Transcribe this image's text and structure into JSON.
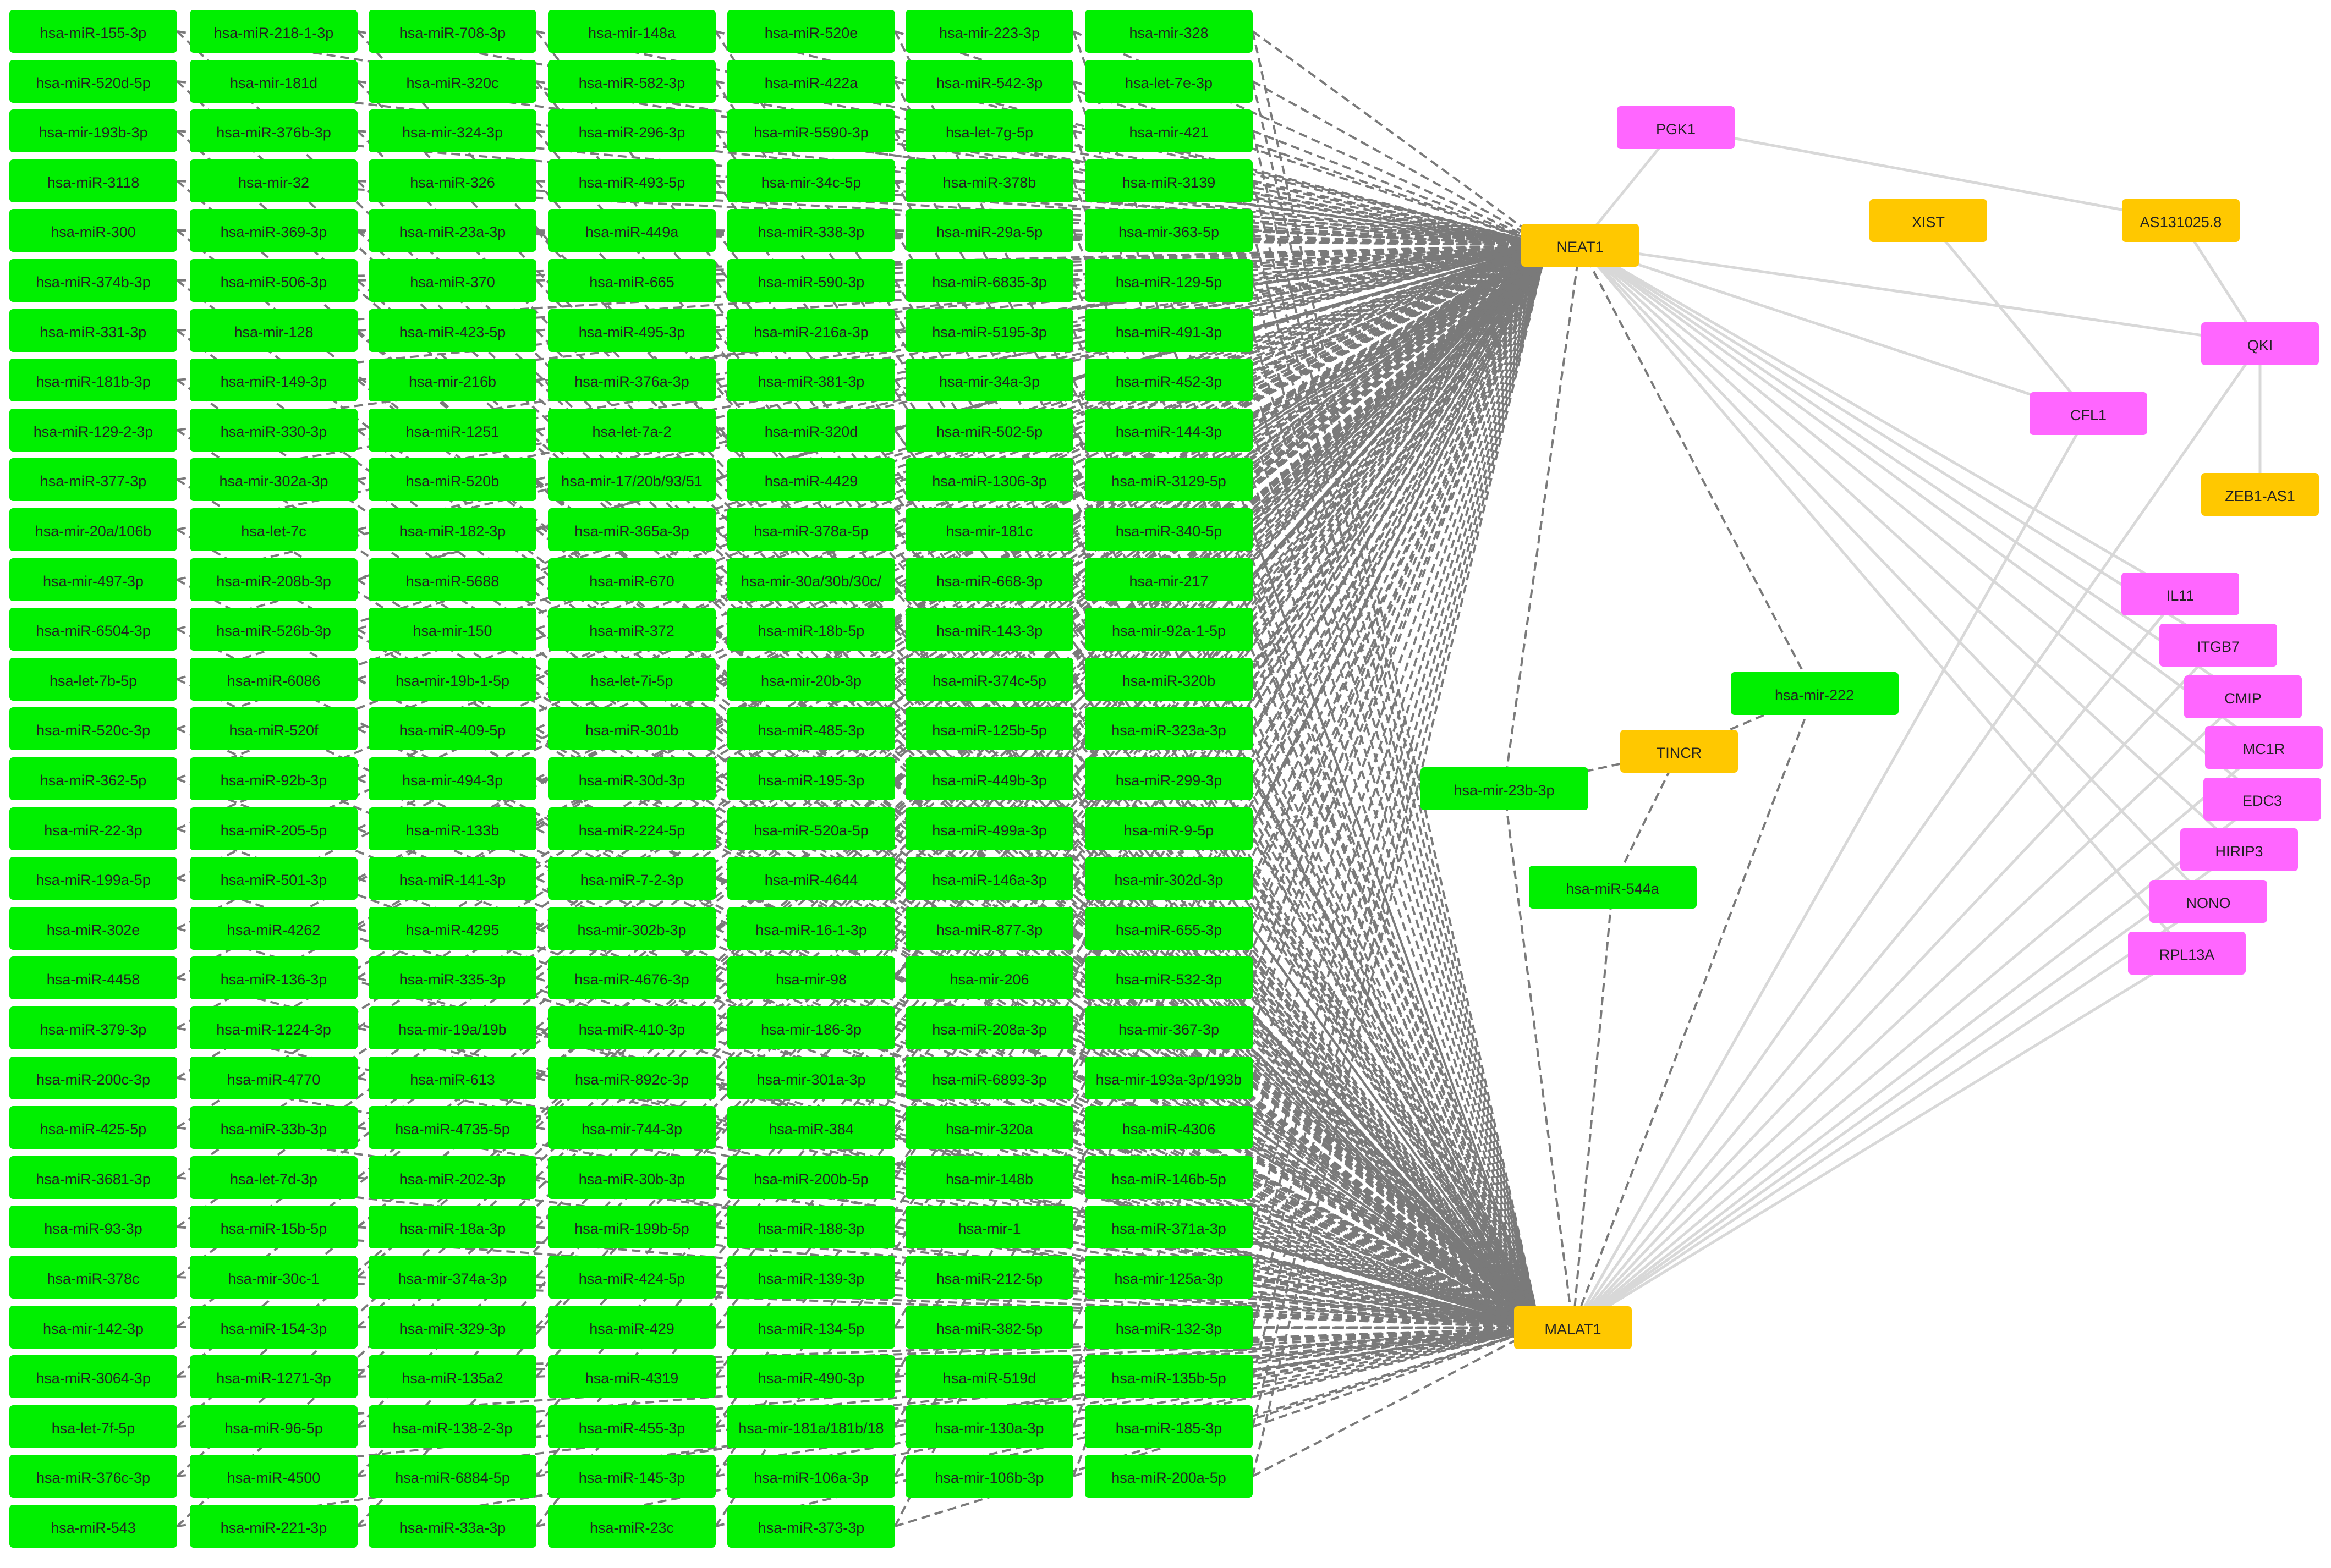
{
  "colors": {
    "mirna": "#00f000",
    "lncrna": "#ffc800",
    "mrna": "#ff66ff",
    "dashed_edge": "#7a7a7a",
    "solid_edge": "#d8d8d8"
  },
  "mirna_grid": [
    [
      "hsa-miR-155-3p",
      "hsa-miR-520d-5p",
      "hsa-mir-193b-3p",
      "hsa-miR-3118",
      "hsa-miR-300",
      "hsa-miR-374b-3p",
      "hsa-miR-331-3p",
      "hsa-miR-181b-3p",
      "hsa-miR-129-2-3p",
      "hsa-miR-377-3p",
      "hsa-mir-20a/106b",
      "hsa-mir-497-3p",
      "hsa-miR-6504-3p",
      "hsa-let-7b-5p",
      "hsa-miR-520c-3p",
      "hsa-miR-362-5p",
      "hsa-miR-22-3p",
      "hsa-miR-199a-5p",
      "hsa-miR-302e",
      "hsa-miR-4458",
      "hsa-miR-379-3p",
      "hsa-miR-200c-3p",
      "hsa-miR-425-5p",
      "hsa-miR-3681-3p",
      "hsa-miR-93-3p",
      "hsa-miR-378c",
      "hsa-mir-142-3p",
      "hsa-miR-3064-3p",
      "hsa-let-7f-5p",
      "hsa-miR-376c-3p",
      "hsa-miR-543"
    ],
    [
      "hsa-miR-218-1-3p",
      "hsa-mir-181d",
      "hsa-miR-376b-3p",
      "hsa-mir-32",
      "hsa-miR-369-3p",
      "hsa-miR-506-3p",
      "hsa-mir-128",
      "hsa-miR-149-3p",
      "hsa-miR-330-3p",
      "hsa-mir-302a-3p",
      "hsa-let-7c",
      "hsa-miR-208b-3p",
      "hsa-miR-526b-3p",
      "hsa-miR-6086",
      "hsa-miR-520f",
      "hsa-miR-92b-3p",
      "hsa-miR-205-5p",
      "hsa-miR-501-3p",
      "hsa-miR-4262",
      "hsa-miR-136-3p",
      "hsa-miR-1224-3p",
      "hsa-miR-4770",
      "hsa-miR-33b-3p",
      "hsa-let-7d-3p",
      "hsa-miR-15b-5p",
      "hsa-mir-30c-1",
      "hsa-miR-154-3p",
      "hsa-miR-1271-3p",
      "hsa-miR-96-5p",
      "hsa-miR-4500",
      "hsa-miR-221-3p"
    ],
    [
      "hsa-miR-708-3p",
      "hsa-miR-320c",
      "hsa-mir-324-3p",
      "hsa-miR-326",
      "hsa-miR-23a-3p",
      "hsa-miR-370",
      "hsa-miR-423-5p",
      "hsa-mir-216b",
      "hsa-miR-1251",
      "hsa-miR-520b",
      "hsa-miR-182-3p",
      "hsa-miR-5688",
      "hsa-mir-150",
      "hsa-mir-19b-1-5p",
      "hsa-miR-409-5p",
      "hsa-mir-494-3p",
      "hsa-miR-133b",
      "hsa-miR-141-3p",
      "hsa-miR-4295",
      "hsa-miR-335-3p",
      "hsa-mir-19a/19b",
      "hsa-miR-613",
      "hsa-miR-4735-5p",
      "hsa-miR-202-3p",
      "hsa-miR-18a-3p",
      "hsa-mir-374a-3p",
      "hsa-miR-329-3p",
      "hsa-miR-135a2",
      "hsa-miR-138-2-3p",
      "hsa-miR-6884-5p",
      "hsa-miR-33a-3p"
    ],
    [
      "hsa-mir-148a",
      "hsa-miR-582-3p",
      "hsa-miR-296-3p",
      "hsa-miR-493-5p",
      "hsa-miR-449a",
      "hsa-miR-665",
      "hsa-miR-495-3p",
      "hsa-miR-376a-3p",
      "hsa-let-7a-2",
      "hsa-mir-17/20b/93/51",
      "hsa-miR-365a-3p",
      "hsa-miR-670",
      "hsa-miR-372",
      "hsa-let-7i-5p",
      "hsa-miR-301b",
      "hsa-miR-30d-3p",
      "hsa-miR-224-5p",
      "hsa-miR-7-2-3p",
      "hsa-mir-302b-3p",
      "hsa-miR-4676-3p",
      "hsa-miR-410-3p",
      "hsa-miR-892c-3p",
      "hsa-mir-744-3p",
      "hsa-miR-30b-3p",
      "hsa-miR-199b-5p",
      "hsa-miR-424-5p",
      "hsa-miR-429",
      "hsa-miR-4319",
      "hsa-miR-455-3p",
      "hsa-miR-145-3p",
      "hsa-miR-23c"
    ],
    [
      "hsa-miR-520e",
      "hsa-miR-422a",
      "hsa-miR-5590-3p",
      "hsa-mir-34c-5p",
      "hsa-miR-338-3p",
      "hsa-miR-590-3p",
      "hsa-miR-216a-3p",
      "hsa-miR-381-3p",
      "hsa-miR-320d",
      "hsa-miR-4429",
      "hsa-miR-378a-5p",
      "hsa-mir-30a/30b/30c/",
      "hsa-miR-18b-5p",
      "hsa-mir-20b-3p",
      "hsa-miR-485-3p",
      "hsa-miR-195-3p",
      "hsa-miR-520a-5p",
      "hsa-miR-4644",
      "hsa-miR-16-1-3p",
      "hsa-mir-98",
      "hsa-mir-186-3p",
      "hsa-mir-301a-3p",
      "hsa-miR-384",
      "hsa-miR-200b-5p",
      "hsa-miR-188-3p",
      "hsa-miR-139-3p",
      "hsa-miR-134-5p",
      "hsa-miR-490-3p",
      "hsa-mir-181a/181b/18",
      "hsa-miR-106a-3p",
      "hsa-miR-373-3p"
    ],
    [
      "hsa-mir-223-3p",
      "hsa-miR-542-3p",
      "hsa-let-7g-5p",
      "hsa-miR-378b",
      "hsa-miR-29a-5p",
      "hsa-miR-6835-3p",
      "hsa-miR-5195-3p",
      "hsa-mir-34a-3p",
      "hsa-miR-502-5p",
      "hsa-miR-1306-3p",
      "hsa-mir-181c",
      "hsa-miR-668-3p",
      "hsa-miR-143-3p",
      "hsa-miR-374c-5p",
      "hsa-miR-125b-5p",
      "hsa-miR-449b-3p",
      "hsa-miR-499a-3p",
      "hsa-miR-146a-3p",
      "hsa-miR-877-3p",
      "hsa-mir-206",
      "hsa-miR-208a-3p",
      "hsa-miR-6893-3p",
      "hsa-mir-320a",
      "hsa-mir-148b",
      "hsa-mir-1",
      "hsa-miR-212-5p",
      "hsa-miR-382-5p",
      "hsa-miR-519d",
      "hsa-mir-130a-3p",
      "hsa-mir-106b-3p"
    ],
    [
      "hsa-mir-328",
      "hsa-let-7e-3p",
      "hsa-mir-421",
      "hsa-miR-3139",
      "hsa-mir-363-5p",
      "hsa-miR-129-5p",
      "hsa-miR-491-3p",
      "hsa-miR-452-3p",
      "hsa-miR-144-3p",
      "hsa-miR-3129-5p",
      "hsa-miR-340-5p",
      "hsa-mir-217",
      "hsa-mir-92a-1-5p",
      "hsa-miR-320b",
      "hsa-miR-323a-3p",
      "hsa-miR-299-3p",
      "hsa-miR-9-5p",
      "hsa-mir-302d-3p",
      "hsa-miR-655-3p",
      "hsa-miR-532-3p",
      "hsa-mir-367-3p",
      "hsa-mir-193a-3p/193b",
      "hsa-miR-4306",
      "hsa-miR-146b-5p",
      "hsa-miR-371a-3p",
      "hsa-mir-125a-3p",
      "hsa-miR-132-3p",
      "hsa-miR-135b-5p",
      "hsa-miR-185-3p",
      "hsa-miR-200a-5p"
    ]
  ],
  "mid_mirnas": {
    "mir222": "hsa-mir-222",
    "mir23b": "hsa-mir-23b-3p",
    "mir544a": "hsa-miR-544a"
  },
  "lncrnas": {
    "neat1": "NEAT1",
    "malat1": "MALAT1",
    "tincr": "TINCR",
    "xist": "XIST",
    "as131025": "AS131025.8",
    "zeb1as1": "ZEB1-AS1"
  },
  "mrnas": {
    "pgk1": "PGK1",
    "cfl1": "CFL1",
    "qki": "QKI",
    "il11": "IL11",
    "itgb7": "ITGB7",
    "cmip": "CMIP",
    "mc1r": "MC1R",
    "edc3": "EDC3",
    "hirip3": "HIRIP3",
    "nono": "NONO",
    "rpl13a": "RPL13A"
  }
}
